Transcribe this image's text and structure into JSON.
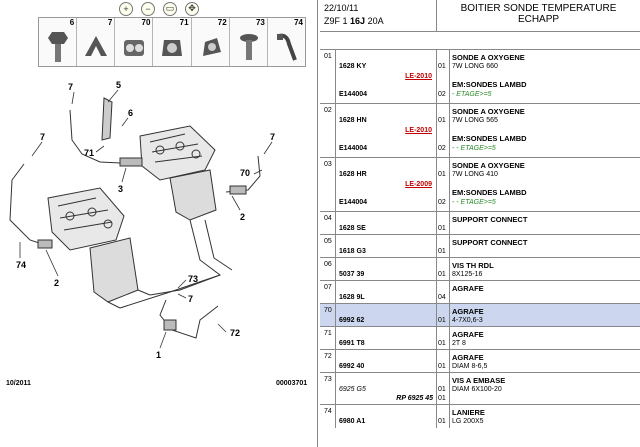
{
  "toolbar": {
    "icons": [
      {
        "name": "zoom-in-icon",
        "glyph": "+"
      },
      {
        "name": "zoom-out-icon",
        "glyph": "−"
      },
      {
        "name": "zoom-fit-icon",
        "glyph": "▭"
      },
      {
        "name": "zoom-pan-icon",
        "glyph": "✥"
      }
    ]
  },
  "parts": [
    {
      "num": "6"
    },
    {
      "num": "7"
    },
    {
      "num": "70"
    },
    {
      "num": "71"
    },
    {
      "num": "72"
    },
    {
      "num": "73"
    },
    {
      "num": "74"
    }
  ],
  "diagram": {
    "labels": [
      "5",
      "6",
      "7",
      "71",
      "3",
      "7",
      "70",
      "2",
      "7",
      "74",
      "2",
      "73",
      "7",
      "72",
      "1"
    ],
    "footer_left": "10/2011",
    "footer_right": "00003701"
  },
  "header": {
    "date": "22/10/11",
    "model_prefix": "Z9F 1",
    "model_bold": "16J",
    "model_suffix": "20A",
    "title_line1": "BOITIER SONDE TEMPERATURE",
    "title_line2": "ECHAPP"
  },
  "rows": [
    {
      "num": "01",
      "ref": "1628 KY",
      "lot": "LE-2010",
      "ref2": "E144004",
      "q1": "01",
      "q2": "02",
      "desc": "SONDE A OXYGENE",
      "sub": "7W LONG 660",
      "desc2": "EM:SONDES LAMBD",
      "note": "- ETAGE>=5"
    },
    {
      "num": "02",
      "ref": "1628 HN",
      "lot": "LE-2010",
      "ref2": "E144004",
      "q1": "01",
      "q2": "02",
      "desc": "SONDE A OXYGENE",
      "sub": "7W LONG 565",
      "desc2": "EM:SONDES LAMBD",
      "note": "- - ETAGE>=5"
    },
    {
      "num": "03",
      "ref": "1628 HR",
      "lot": "LE-2009",
      "ref2": "E144004",
      "q1": "01",
      "q2": "02",
      "desc": "SONDE A OXYGENE",
      "sub": "7W LONG 410",
      "desc2": "EM:SONDES LAMBD",
      "note": "- - ETAGE>=5"
    },
    {
      "num": "04",
      "ref": "1628 SE",
      "q1": "01",
      "desc": "SUPPORT CONNECT"
    },
    {
      "num": "05",
      "ref": "1618 G3",
      "q1": "01",
      "desc": "SUPPORT CONNECT"
    },
    {
      "num": "06",
      "ref": "5037 39",
      "q1": "01",
      "desc": "VIS TH RDL",
      "sub": "8X125-16"
    },
    {
      "num": "07",
      "ref": "1628 9L",
      "q1": "04",
      "desc": "AGRAFE"
    },
    {
      "num": "70",
      "ref": "6992 62",
      "q1": "01",
      "desc": "AGRAFE",
      "sub": "4-7X0,6-3"
    },
    {
      "num": "71",
      "ref": "6991 T8",
      "q1": "01",
      "desc": "AGRAFE",
      "sub": "2T 8"
    },
    {
      "num": "72",
      "ref": "6992 40",
      "q1": "01",
      "desc": "AGRAFE",
      "sub": "DIAM 8-6,5"
    },
    {
      "num": "73",
      "ref_alt": "6925 G5",
      "rp": "RP 6925 45",
      "q1": "01",
      "q2": "01",
      "desc": "VIS A EMBASE",
      "sub": "DIAM 6X100-20"
    },
    {
      "num": "74",
      "ref": "6980 A1",
      "q1": "01",
      "desc": "LANIERE",
      "sub": "LG 200X5"
    }
  ]
}
